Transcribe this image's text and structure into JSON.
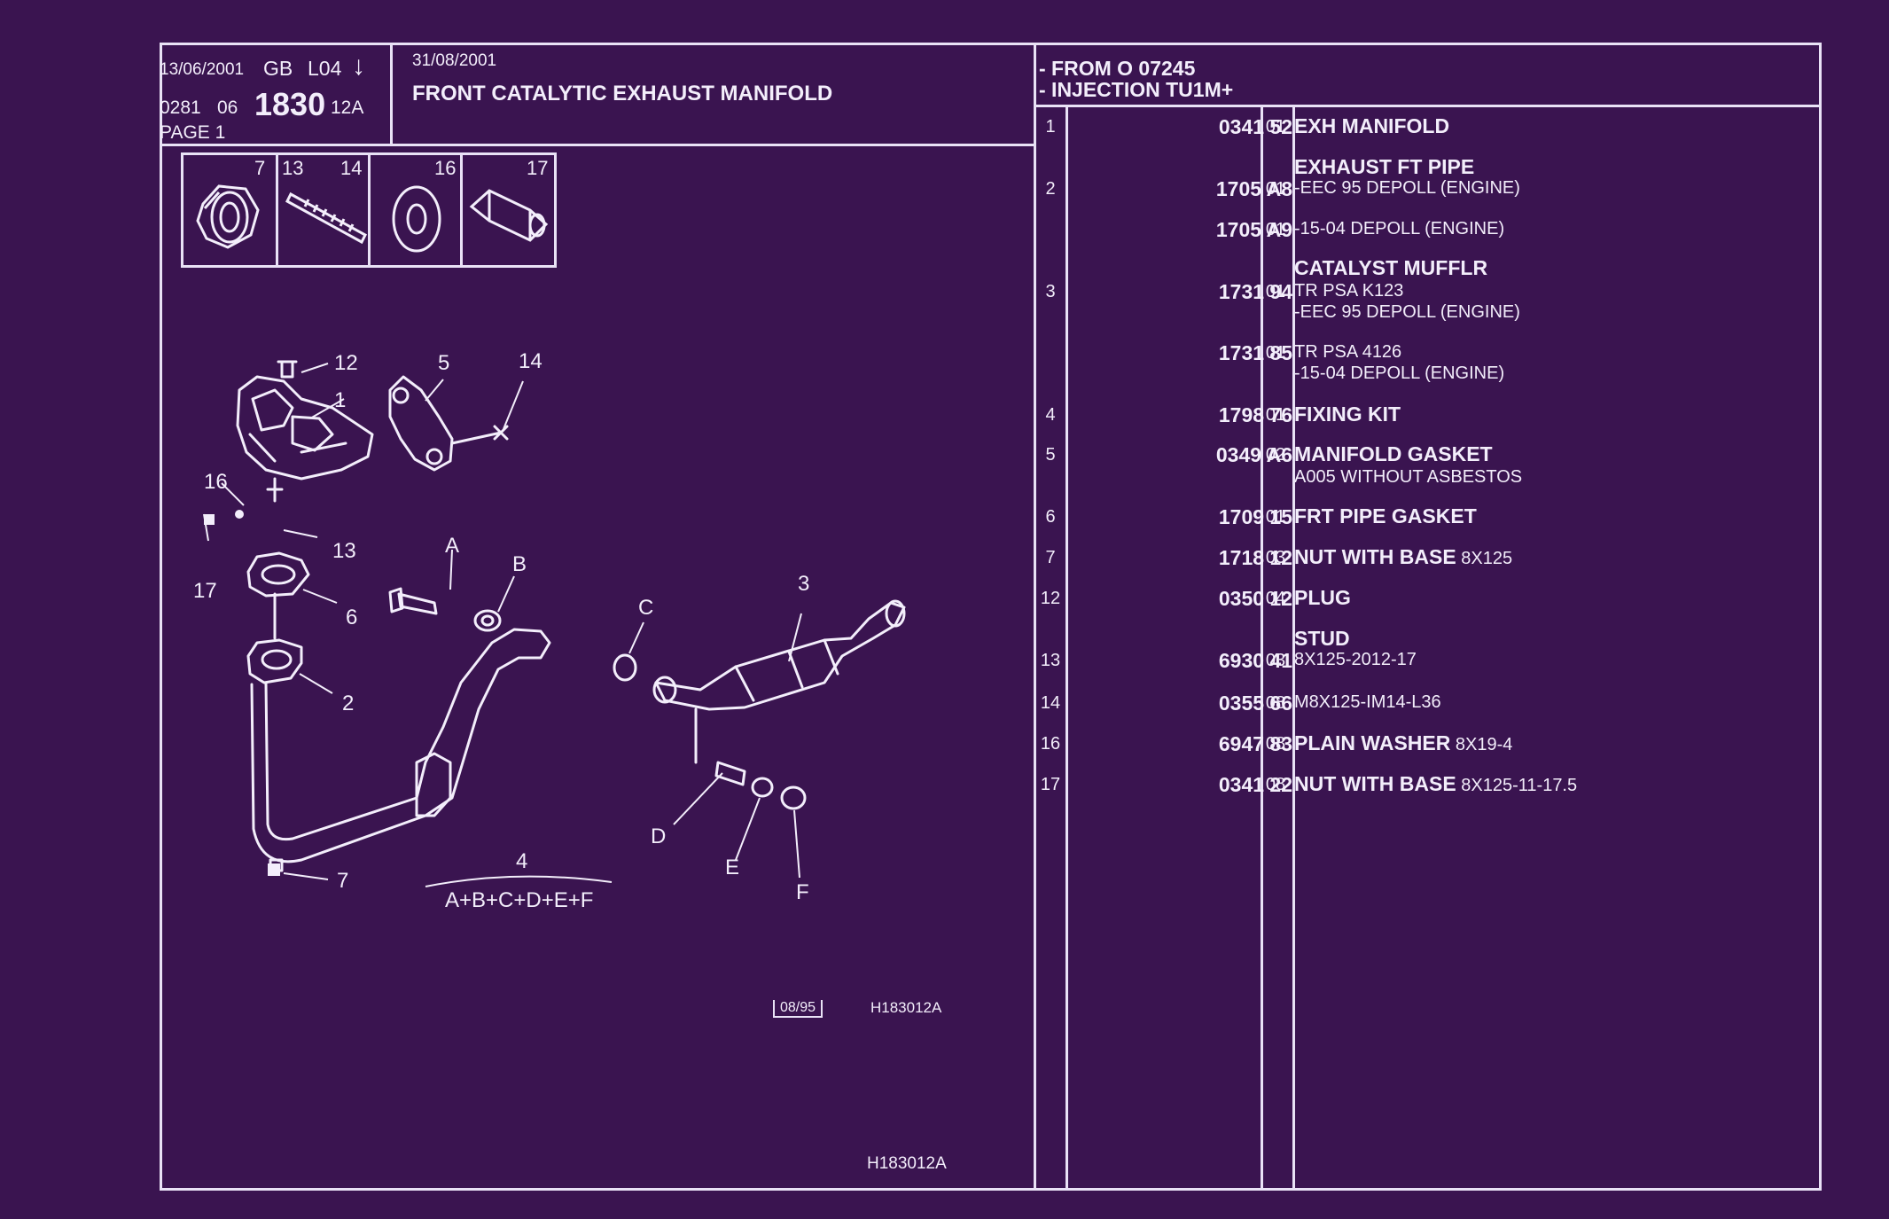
{
  "header": {
    "date_left": "13/06/2001",
    "lang": "GB",
    "code": "L04",
    "arrow": "↓",
    "ref_a": "0281",
    "ref_b": "06",
    "ref_main": "1830",
    "ref_suffix": "12A",
    "page": "PAGE 1",
    "date_mid": "31/08/2001",
    "title": "FRONT CATALYTIC EXHAUST MANIFOLD",
    "from_line": "- FROM O 07245",
    "injection_line": "- INJECTION TU1M+"
  },
  "inset": {
    "cells": [
      {
        "nums": [
          "7"
        ],
        "icon": "nut-icon"
      },
      {
        "nums": [
          "13",
          "14"
        ],
        "icon": "stud-icon"
      },
      {
        "nums": [
          "16"
        ],
        "icon": "washer-icon"
      },
      {
        "nums": [
          "17"
        ],
        "icon": "hex-nut-icon"
      }
    ]
  },
  "diagram": {
    "labels": {
      "l12": "12",
      "l1": "1",
      "l5": "5",
      "l14": "14",
      "l16": "16",
      "l13": "13",
      "l17": "17",
      "l6": "6",
      "l2": "2",
      "l7": "7",
      "lA": "A",
      "lB": "B",
      "lC": "C",
      "l3": "3",
      "lD": "D",
      "lE": "E",
      "lF": "F",
      "l4": "4",
      "kit_formula": "A+B+C+D+E+F"
    },
    "stamp_date": "08/95",
    "ref_code": "H183012A",
    "footer_code": "H183012A"
  },
  "parts": [
    {
      "num": "1",
      "ref": "0341 52",
      "var": "01",
      "lines": [
        {
          "b": "EXH MANIFOLD",
          "t": ""
        }
      ]
    },
    {
      "num": "",
      "ref": "",
      "var": "",
      "lines": [
        {
          "b": "EXHAUST FT PIPE",
          "t": ""
        }
      ]
    },
    {
      "num": "2",
      "ref": "1705 A8",
      "var": "01",
      "lines": [
        {
          "b": "",
          "t": "-EEC 95 DEPOLL (ENGINE)"
        }
      ]
    },
    {
      "num": "",
      "ref": "1705 A9",
      "var": "01",
      "lines": [
        {
          "b": "",
          "t": "-15-04 DEPOLL (ENGINE)"
        }
      ]
    },
    {
      "num": "",
      "ref": "",
      "var": "",
      "lines": [
        {
          "b": "CATALYST MUFFLR",
          "t": ""
        }
      ]
    },
    {
      "num": "3",
      "ref": "1731 94",
      "var": "01",
      "lines": [
        {
          "b": "",
          "t": "TR PSA K123"
        },
        {
          "b": "",
          "t": "-EEC 95 DEPOLL (ENGINE)"
        }
      ]
    },
    {
      "num": "",
      "ref": "1731 85",
      "var": "01",
      "lines": [
        {
          "b": "",
          "t": "TR PSA 4126"
        },
        {
          "b": "",
          "t": "-15-04 DEPOLL (ENGINE)"
        }
      ]
    },
    {
      "num": "4",
      "ref": "1798 76",
      "var": "01",
      "lines": [
        {
          "b": "FIXING KIT",
          "t": ""
        }
      ]
    },
    {
      "num": "5",
      "ref": "0349 A6",
      "var": "02",
      "lines": [
        {
          "b": "MANIFOLD GASKET",
          "t": ""
        },
        {
          "b": "",
          "t": "A005 WITHOUT ASBESTOS"
        }
      ]
    },
    {
      "num": "6",
      "ref": "1709 15",
      "var": "01",
      "lines": [
        {
          "b": "FRT PIPE GASKET",
          "t": ""
        }
      ]
    },
    {
      "num": "7",
      "ref": "1718 12",
      "var": "03",
      "lines": [
        {
          "b": "NUT WITH BASE",
          "t": " 8X125"
        }
      ]
    },
    {
      "num": "12",
      "ref": "0350 12",
      "var": "04",
      "lines": [
        {
          "b": "PLUG",
          "t": ""
        }
      ]
    },
    {
      "num": "",
      "ref": "",
      "var": "",
      "lines": [
        {
          "b": "STUD",
          "t": ""
        }
      ]
    },
    {
      "num": "13",
      "ref": "6930 41",
      "var": "03",
      "lines": [
        {
          "b": "",
          "t": "8X125-2012-17"
        }
      ]
    },
    {
      "num": "14",
      "ref": "0355 66",
      "var": "08",
      "lines": [
        {
          "b": "",
          "t": "M8X125-IM14-L36"
        }
      ]
    },
    {
      "num": "16",
      "ref": "6947 83",
      "var": "08",
      "lines": [
        {
          "b": "PLAIN WASHER",
          "t": " 8X19-4"
        }
      ]
    },
    {
      "num": "17",
      "ref": "0341 22",
      "var": "08",
      "lines": [
        {
          "b": "NUT WITH BASE",
          "t": " 8X125-11-17.5"
        }
      ]
    }
  ]
}
